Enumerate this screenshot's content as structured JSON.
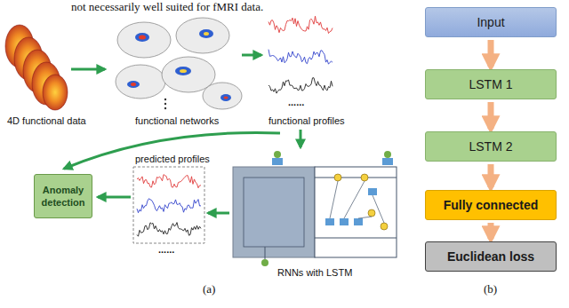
{
  "diagram": {
    "nodes": [
      {
        "text": [
          "Anomaly detection"
        ]
      },
      {
        "text": [
          "Input"
        ]
      },
      {
        "text": [
          "LSTM 1"
        ]
      },
      {
        "text": [
          "LSTM 2"
        ]
      },
      {
        "text": [
          "Fully connected"
        ]
      },
      {
        "text": [
          "Euclidean loss"
        ]
      }
    ],
    "edges": [
      {
        "from": 1,
        "to": 2,
        "arrow": "to"
      },
      {
        "from": 2,
        "to": 3,
        "arrow": "to"
      },
      {
        "from": 3,
        "to": 4,
        "arrow": "to"
      },
      {
        "from": 4,
        "to": 5,
        "arrow": "to"
      }
    ],
    "labels": [
      "not necessarily well suited for fMRI data.",
      "4D functional data",
      "functional networks",
      "......",
      "functional profiles",
      "predicted profiles",
      "......",
      "RNNs with LSTM",
      "(a)",
      "(b)"
    ]
  }
}
